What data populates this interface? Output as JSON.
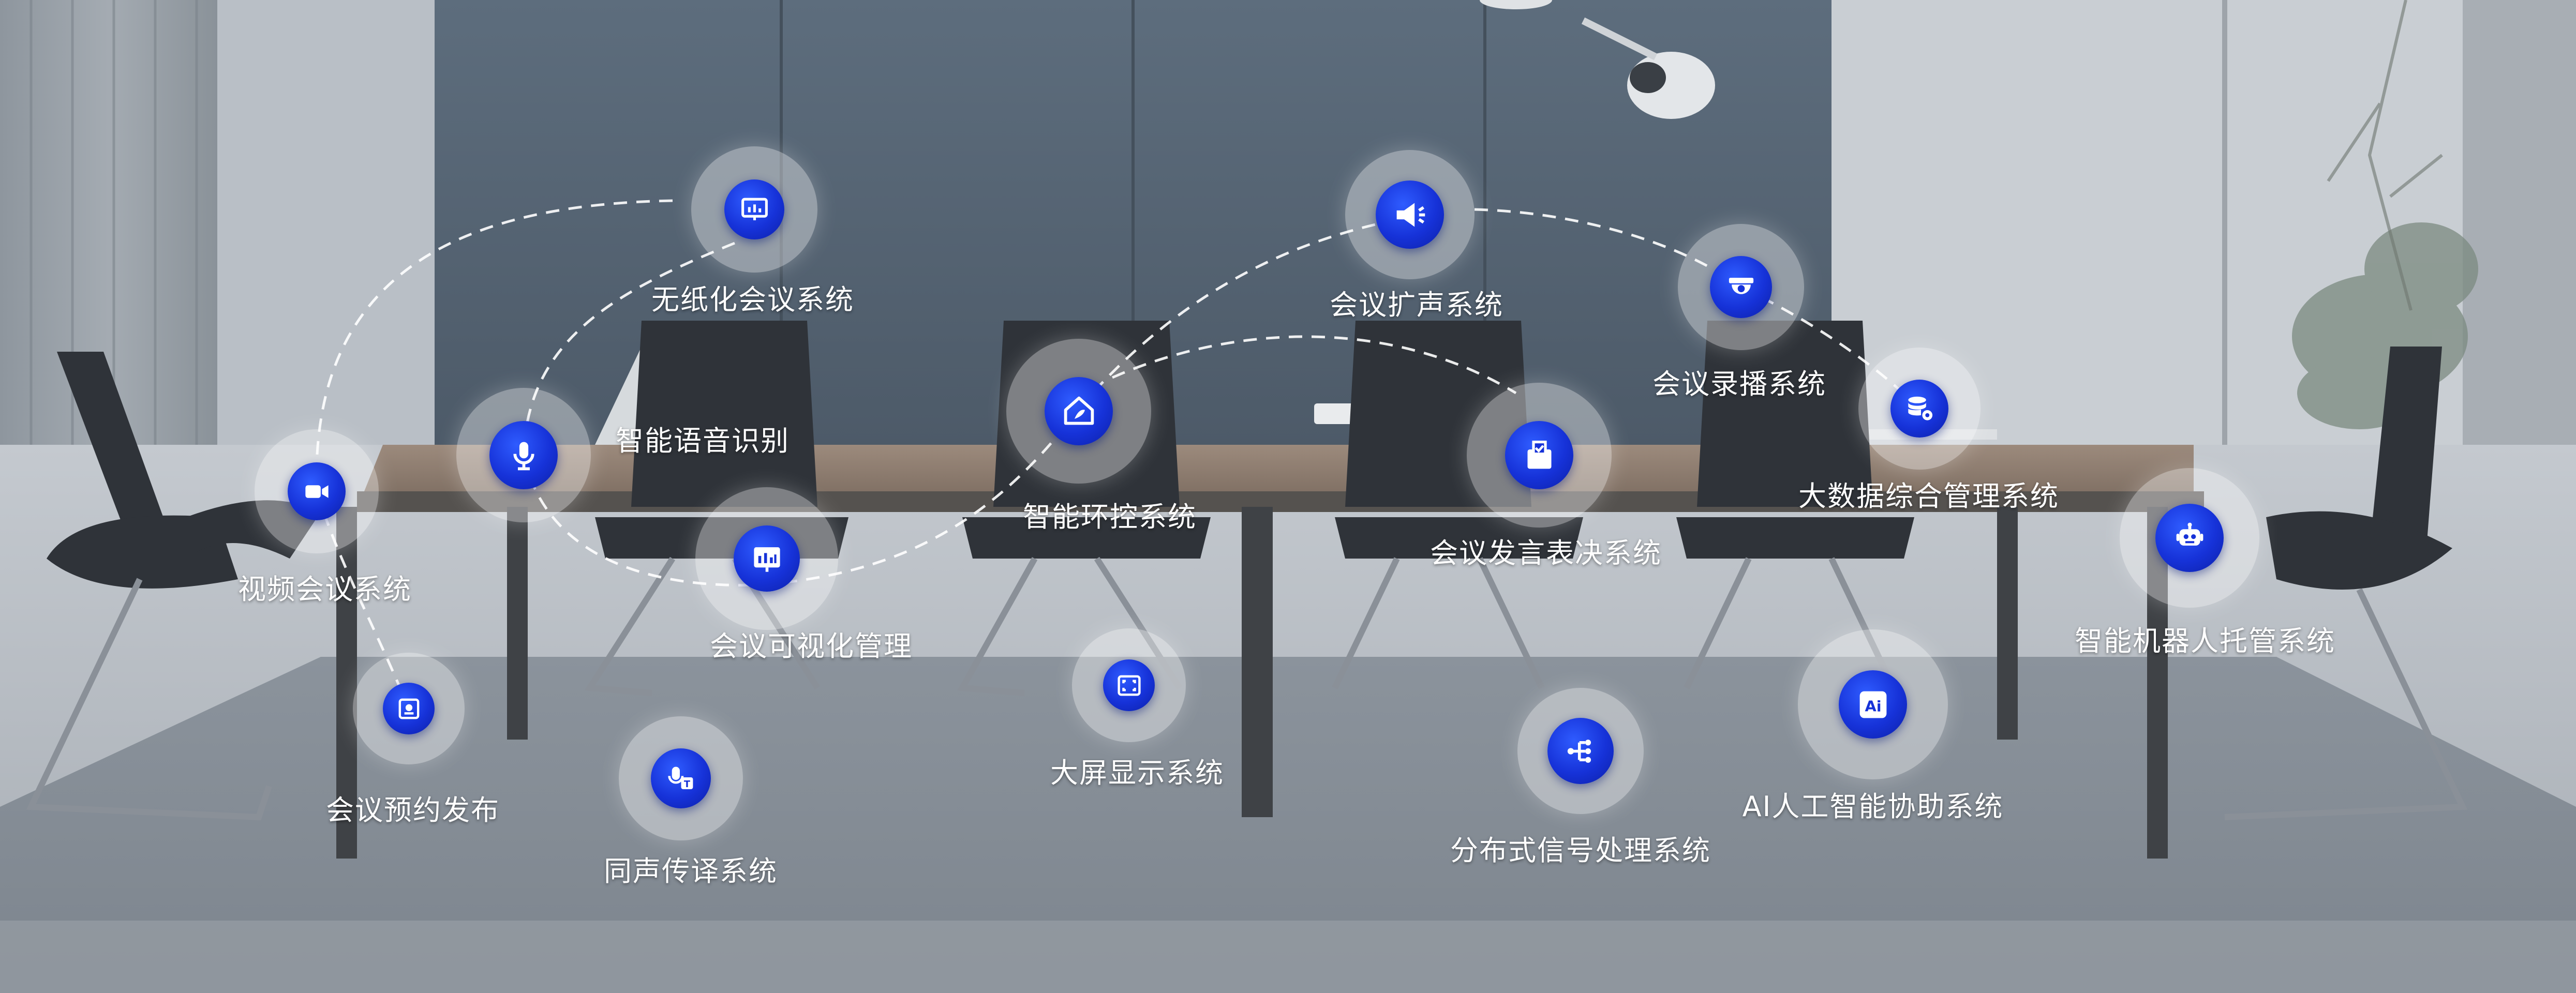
{
  "colors": {
    "accent": "#1632d8",
    "halo": "#ffffff",
    "label": "#ffffff"
  },
  "features": [
    {
      "id": "paperless",
      "label": "无纸化会议系统",
      "icon": "presentation-chart-icon"
    },
    {
      "id": "voice",
      "label": "智能语音识别",
      "icon": "microphone-icon"
    },
    {
      "id": "video",
      "label": "视频会议系统",
      "icon": "video-camera-icon"
    },
    {
      "id": "reserve",
      "label": "会议预约发布",
      "icon": "booking-screen-icon"
    },
    {
      "id": "translate",
      "label": "同声传译系统",
      "icon": "interpretation-icon"
    },
    {
      "id": "visual",
      "label": "会议可视化管理",
      "icon": "visual-dashboard-icon"
    },
    {
      "id": "env",
      "label": "智能环控系统",
      "icon": "smart-home-icon"
    },
    {
      "id": "display",
      "label": "大屏显示系统",
      "icon": "fullscreen-icon"
    },
    {
      "id": "speaker",
      "label": "会议扩声系统",
      "icon": "megaphone-icon"
    },
    {
      "id": "vote",
      "label": "会议发言表决系统",
      "icon": "vote-ballot-icon"
    },
    {
      "id": "signal",
      "label": "分布式信号处理系统",
      "icon": "signal-distribution-icon"
    },
    {
      "id": "record",
      "label": "会议录播系统",
      "icon": "dome-camera-icon"
    },
    {
      "id": "bigdata",
      "label": "大数据综合管理系统",
      "icon": "database-icon"
    },
    {
      "id": "ai",
      "label": "AI人工智能协助系统",
      "icon": "ai-badge-icon"
    },
    {
      "id": "robot",
      "label": "智能机器人托管系统",
      "icon": "robot-icon"
    }
  ]
}
